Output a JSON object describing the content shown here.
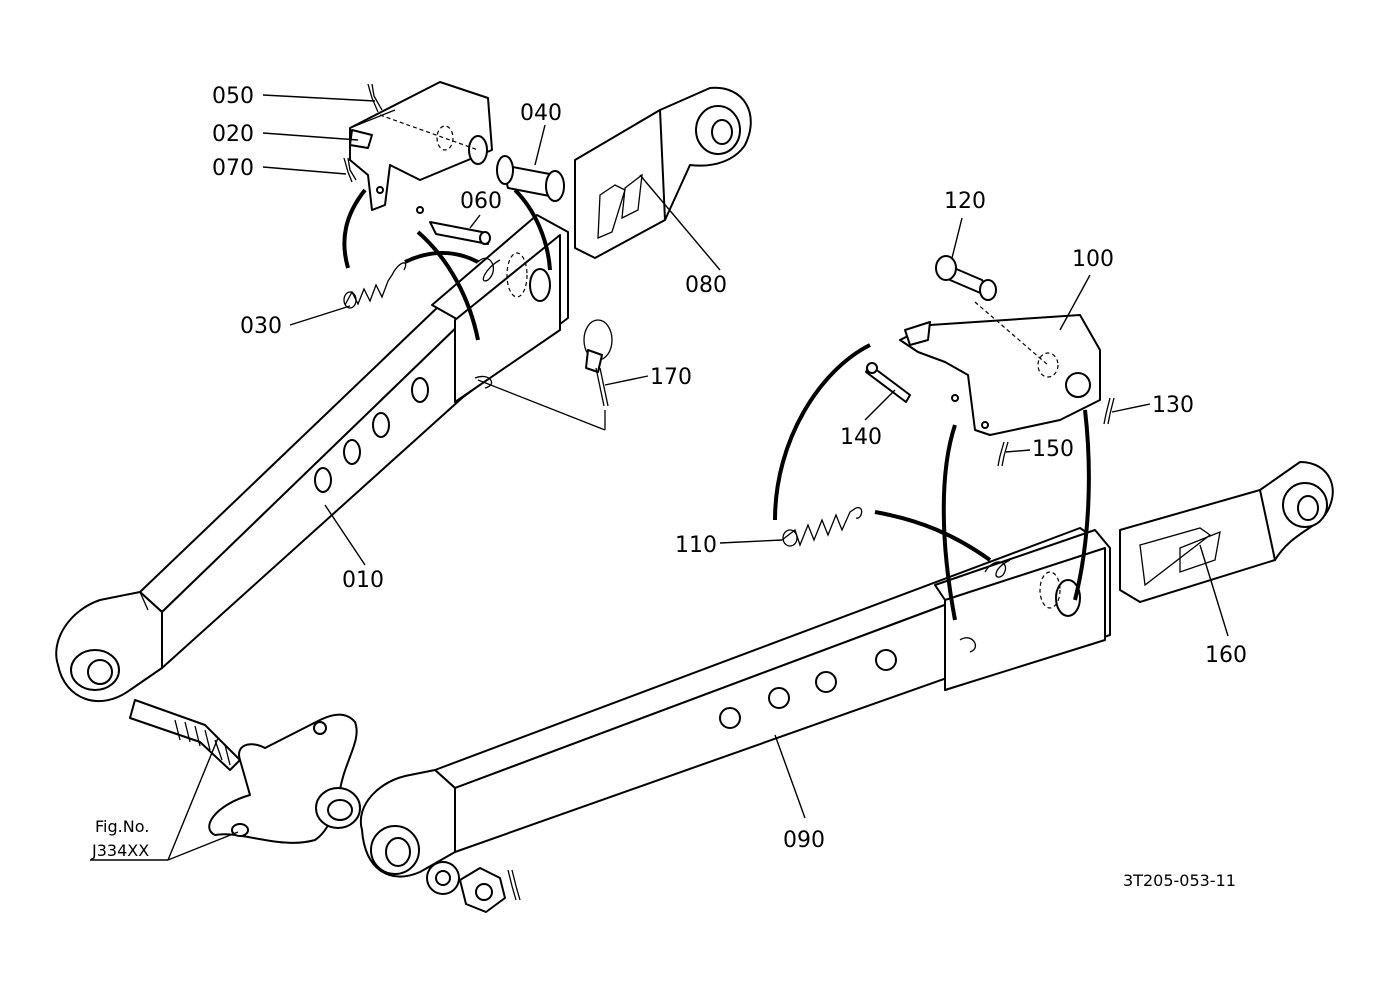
{
  "callouts": {
    "p010": "010",
    "p020": "020",
    "p030": "030",
    "p040": "040",
    "p050": "050",
    "p060": "060",
    "p070": "070",
    "p080": "080",
    "p090": "090",
    "p100": "100",
    "p110": "110",
    "p120": "120",
    "p130": "130",
    "p140": "140",
    "p150": "150",
    "p160": "160",
    "p170": "170"
  },
  "figref": {
    "line1": "Fig.No.",
    "line2": "J334XX"
  },
  "drawing_code": "3T205-053-11"
}
